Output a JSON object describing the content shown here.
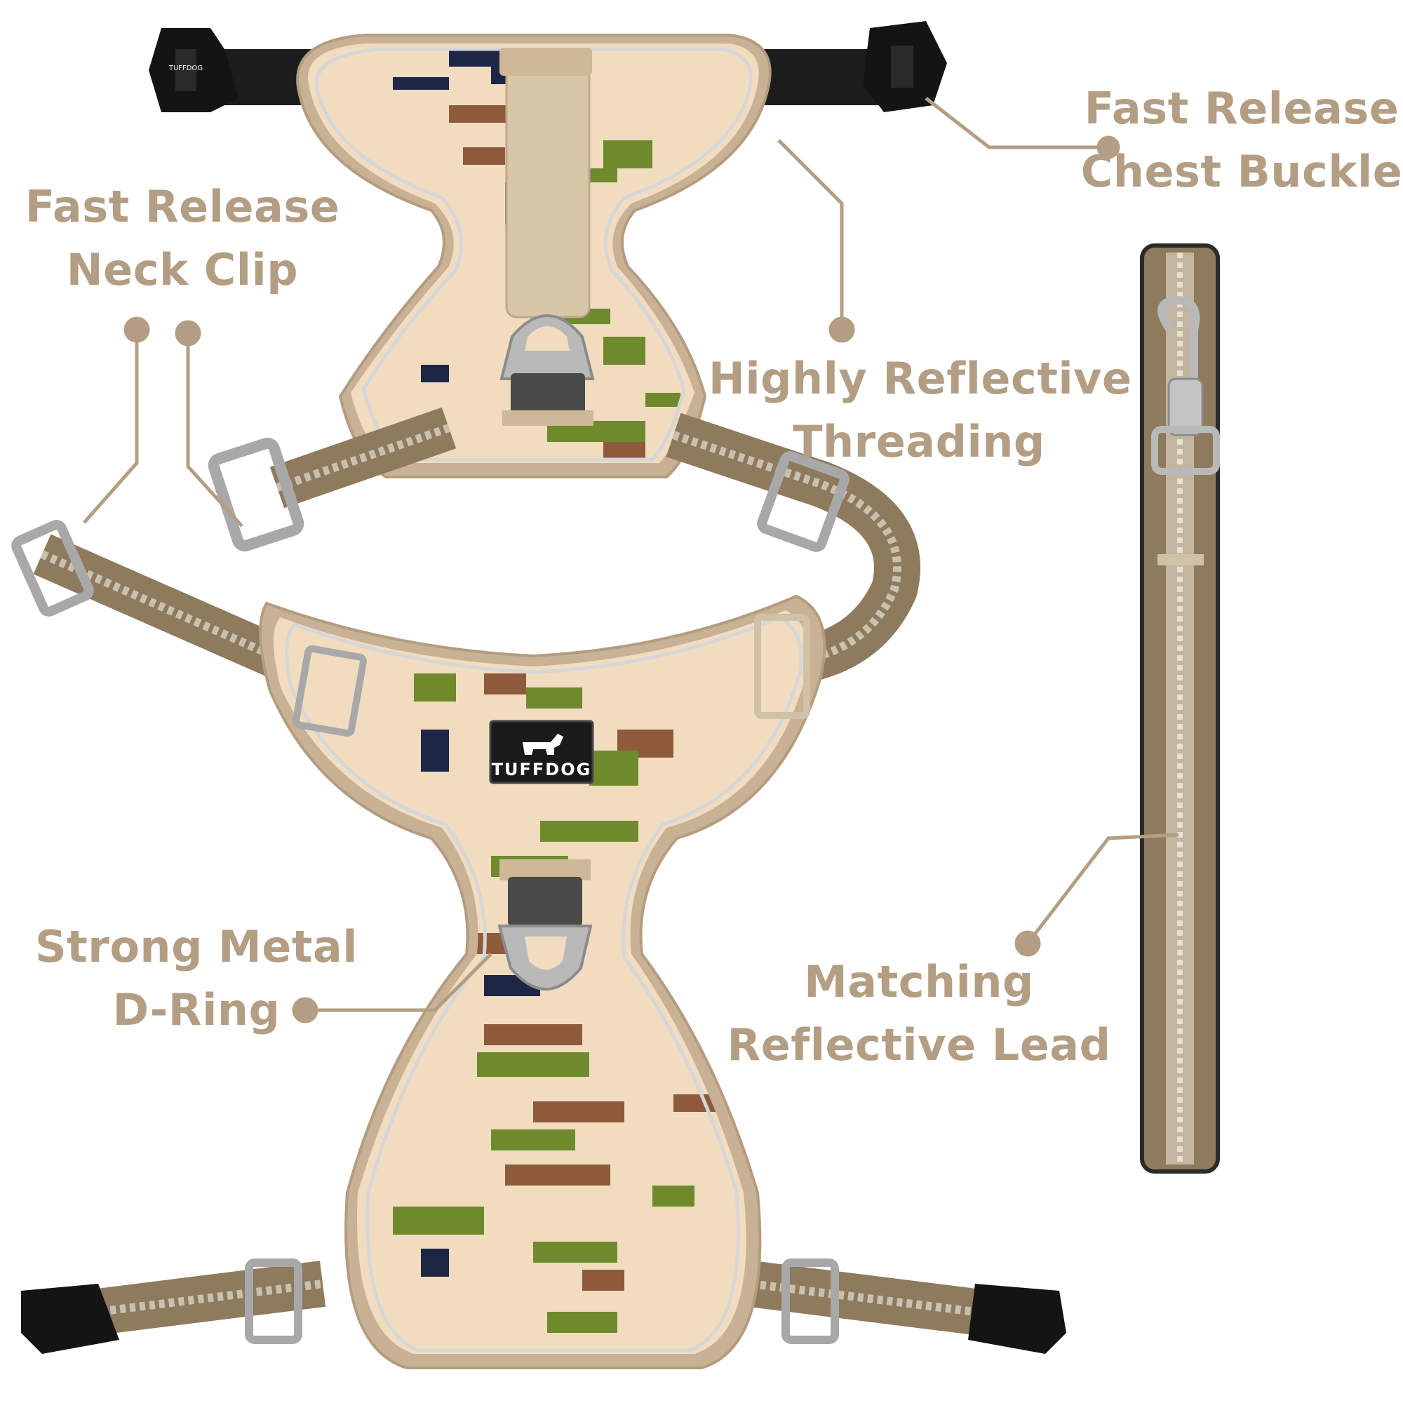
{
  "labels": {
    "chest_buckle": [
      "Fast Release",
      "Chest Buckle"
    ],
    "neck_clip": [
      "Fast Release",
      "Neck Clip"
    ],
    "reflective_threading": [
      "Highly Reflective",
      "Threading"
    ],
    "d_ring": [
      "Strong Metal",
      "D-Ring"
    ],
    "lead": [
      "Matching",
      "Reflective Lead"
    ]
  },
  "brand": "TUFFDOG",
  "colors": {
    "label": "#b39e84",
    "trim": "#c9b195",
    "camo_base": "#f1dcc0",
    "camo_green": "#6f8a2c",
    "camo_brown": "#8e5a3c",
    "camo_navy": "#1d2745",
    "webbing": "#8e7a5c",
    "buckle": "#1a1a1a"
  }
}
